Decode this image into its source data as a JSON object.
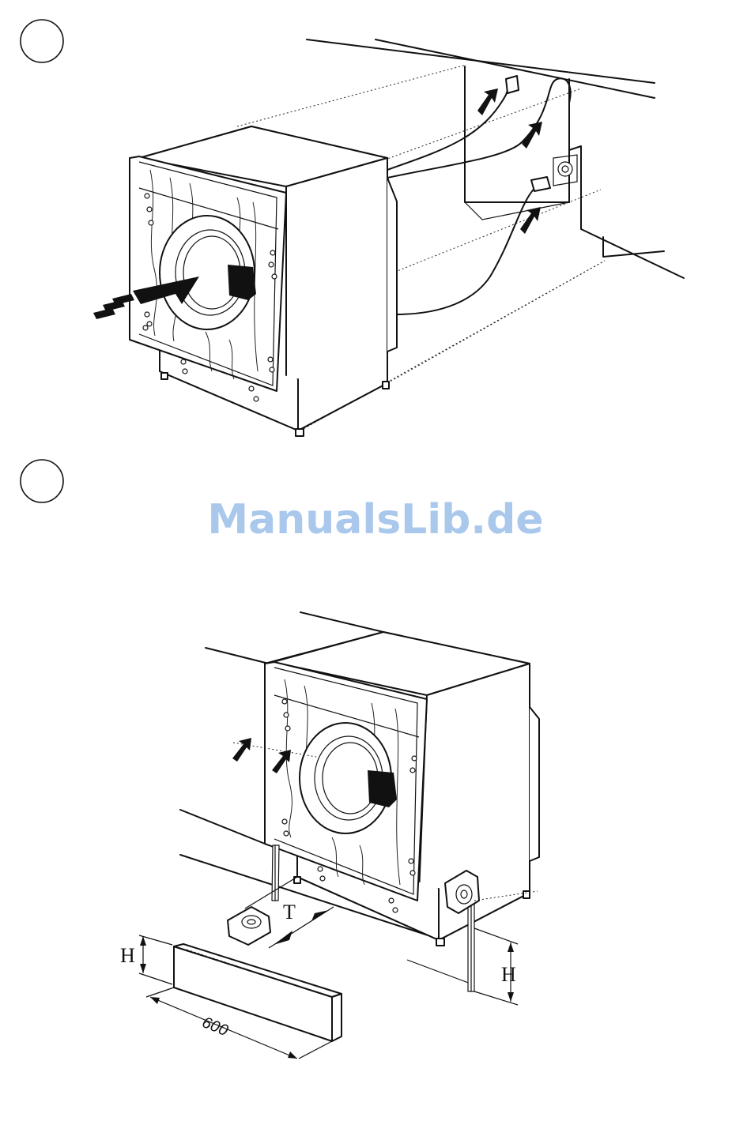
{
  "watermark": {
    "text": "ManualsLib.de",
    "color": "#a9c8ec"
  },
  "steps": [
    {
      "number": ""
    },
    {
      "number": ""
    }
  ],
  "labels": {
    "height_left": "H",
    "height_right": "H",
    "depth": "T",
    "plinth_width": "600"
  },
  "icons": [
    "push-arrow-icon",
    "callout-arrow-icon"
  ]
}
